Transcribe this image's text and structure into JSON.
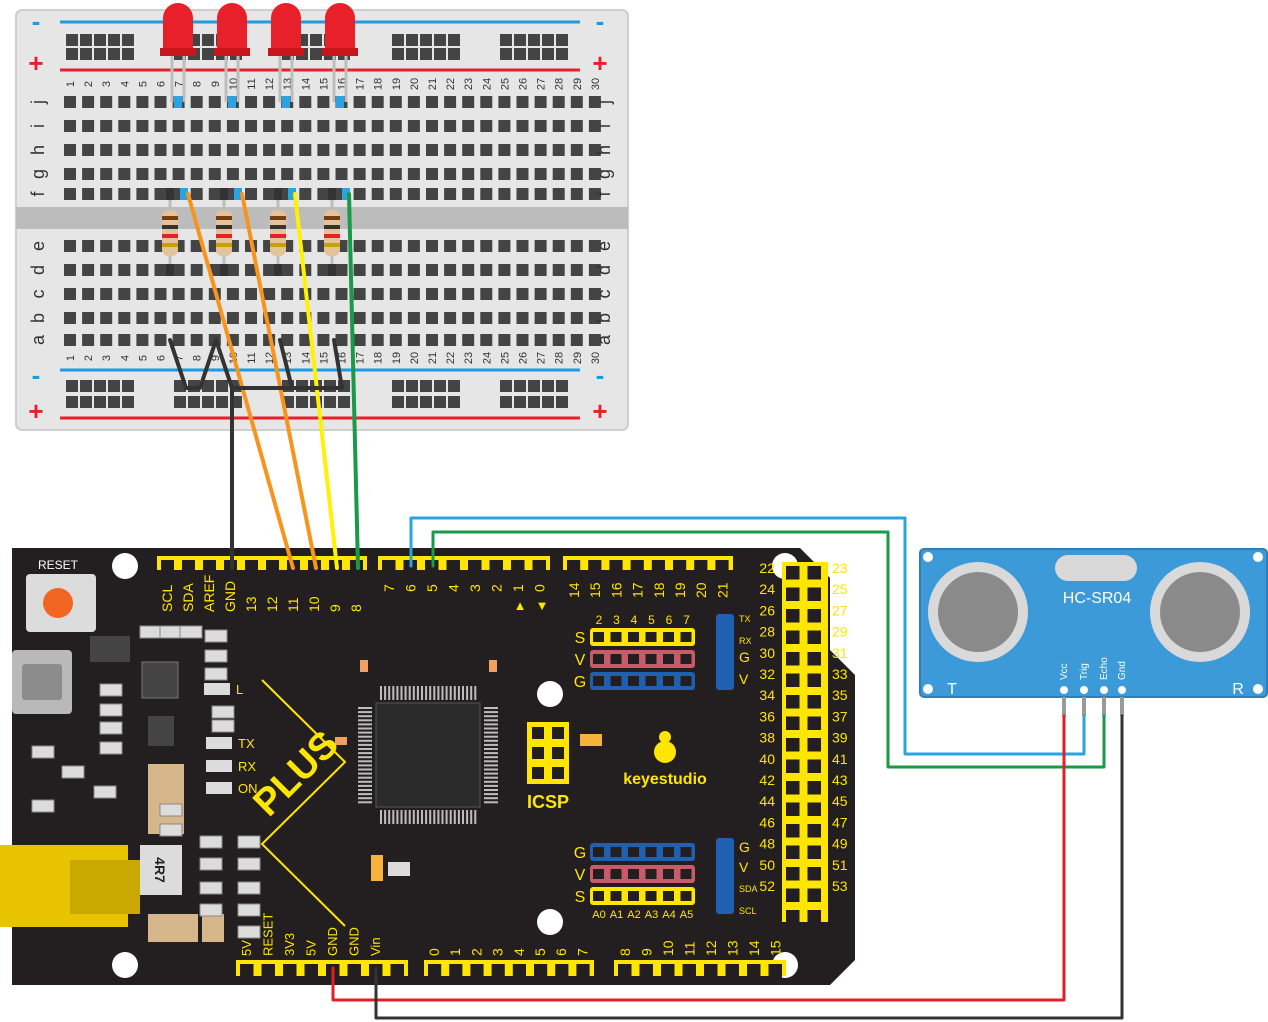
{
  "breadboard": {
    "row_letters_top": [
      "j",
      "i",
      "h",
      "g",
      "f"
    ],
    "row_letters_bottom": [
      "e",
      "d",
      "c",
      "b",
      "a"
    ],
    "column_numbers": [
      "1",
      "2",
      "3",
      "4",
      "5",
      "6",
      "7",
      "8",
      "9",
      "10",
      "11",
      "12",
      "13",
      "14",
      "15",
      "16",
      "17",
      "18",
      "19",
      "20",
      "21",
      "22",
      "23",
      "24",
      "25",
      "26",
      "27",
      "28",
      "29",
      "30"
    ],
    "rail_minus": "-",
    "rail_plus": "+"
  },
  "board": {
    "reset_label": "RESET",
    "logo_text": "keyestudio",
    "plus_text": "PLUS",
    "inductor_text": "4R7",
    "icsp_label": "ICSP",
    "status_leds": [
      "L",
      "TX",
      "RX",
      "ON"
    ],
    "top_header_a": [
      "SCL",
      "SDA",
      "AREF",
      "GND",
      "13",
      "12",
      "11",
      "10",
      "9",
      "8"
    ],
    "top_header_b": [
      "7",
      "6",
      "5",
      "4",
      "3",
      "2",
      "1",
      "0"
    ],
    "top_header_b_arrows": [
      "▲",
      "▼"
    ],
    "top_header_c": [
      "14",
      "15",
      "16",
      "17",
      "18",
      "19",
      "20",
      "21"
    ],
    "right_header_left": [
      "22",
      "24",
      "26",
      "28",
      "30",
      "32",
      "34",
      "36",
      "38",
      "40",
      "42",
      "44",
      "46",
      "48",
      "50",
      "52"
    ],
    "right_header_right": [
      "23",
      "25",
      "27",
      "29",
      "31",
      "33",
      "35",
      "37",
      "39",
      "41",
      "43",
      "45",
      "47",
      "49",
      "51",
      "53"
    ],
    "power_header": [
      "5V",
      "RESET",
      "3V3",
      "5V",
      "GND",
      "GND",
      "Vin"
    ],
    "analog_header": [
      "0",
      "1",
      "2",
      "3",
      "4",
      "5",
      "6",
      "7"
    ],
    "analog_header_b": [
      "8",
      "9",
      "10",
      "11",
      "12",
      "13",
      "14",
      "15"
    ],
    "svg_top_numbers": [
      "2",
      "3",
      "4",
      "5",
      "6",
      "7"
    ],
    "svg_bottom_labels": [
      "A0",
      "A1",
      "A2",
      "A3",
      "A4",
      "A5"
    ],
    "svg_row_letters": [
      "S",
      "V",
      "G"
    ],
    "svg_row_letters_bottom": [
      "G",
      "V",
      "S"
    ],
    "tx_rx_labels": [
      "TX",
      "RX",
      "G",
      "V"
    ],
    "sda_scl_labels": [
      "G",
      "V",
      "SDA",
      "SCL"
    ]
  },
  "sensor": {
    "model": "HC-SR04",
    "pins": [
      "Vcc",
      "Trig",
      "Echo",
      "Gnd"
    ],
    "left_label": "T",
    "right_label": "R"
  },
  "colors": {
    "board": "#231f20",
    "header": "#ffe600",
    "breadboard": "#e6e6e6",
    "rail_blue": "#1c9be0",
    "rail_red": "#e8202a",
    "wire_orange": "#f7941d",
    "wire_yellow": "#fff200",
    "wire_green": "#1a9a48",
    "wire_blue": "#2aa3e0",
    "wire_red": "#e31e24",
    "wire_black": "#333333",
    "sensor": "#3d9ad8",
    "led": "#e8202a"
  }
}
